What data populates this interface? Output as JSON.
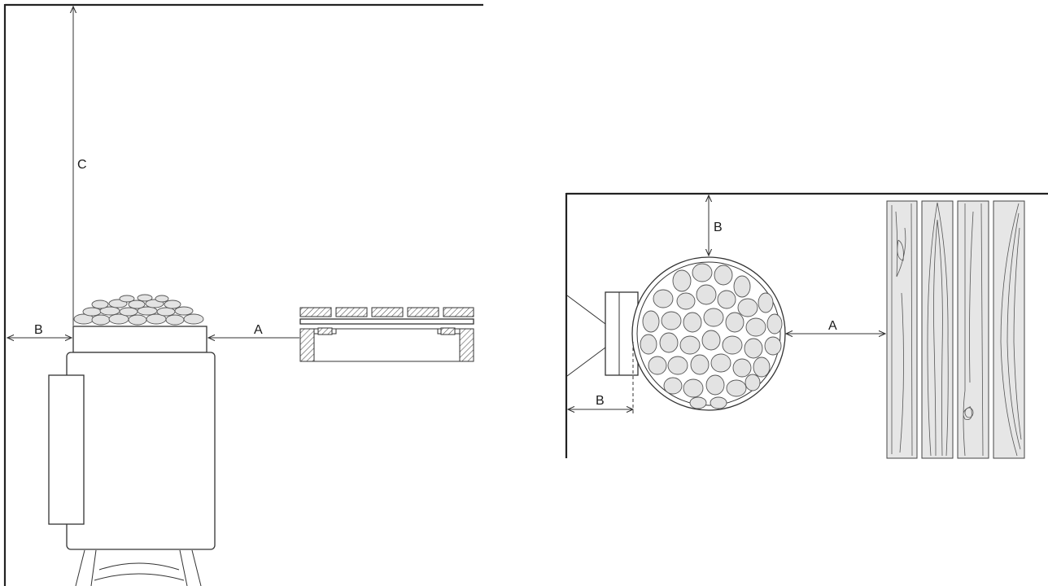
{
  "side_view": {
    "label_a": "A",
    "label_b": "B",
    "label_c": "C"
  },
  "top_view": {
    "label_a": "A",
    "label_b_top": "B",
    "label_b_left": "B"
  }
}
